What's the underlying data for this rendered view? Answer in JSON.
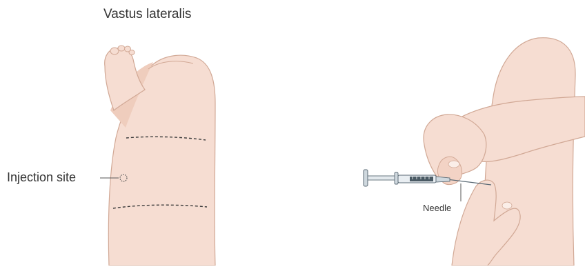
{
  "figure": {
    "title": "Vastus lateralis",
    "labels": {
      "injection_site": "Injection site",
      "needle": "Needle"
    }
  },
  "colors": {
    "skin": "#f6ddd2",
    "skin_shade": "#ecc7b7",
    "outline": "#c79b88",
    "text": "#333333",
    "dashed_line": "#3a3a3a",
    "syringe_body": "#e9eef2",
    "syringe_outline": "#5b6a75",
    "syringe_liquid": "#4a5a64",
    "plunger": "#9aa6ae"
  },
  "icons": [
    "leg-illustration",
    "hands-illustration",
    "syringe-icon",
    "injection-site-marker-icon"
  ]
}
